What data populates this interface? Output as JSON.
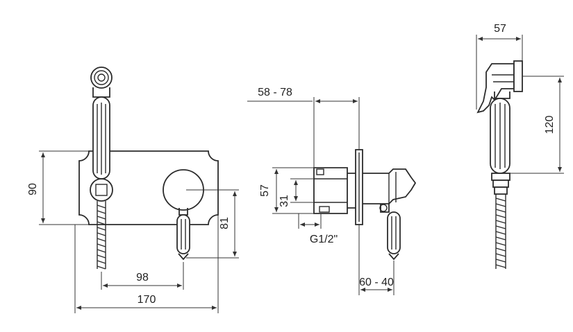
{
  "dimensions": {
    "plate_height": "90",
    "center_height": "81",
    "handle_offset": "98",
    "plate_width": "170",
    "wall_depth": "58 - 78",
    "side_height": "57",
    "side_center": "31",
    "thread": "G1/2\"",
    "handle_projection": "60 - 40",
    "shower_width": "57",
    "shower_height": "120"
  }
}
